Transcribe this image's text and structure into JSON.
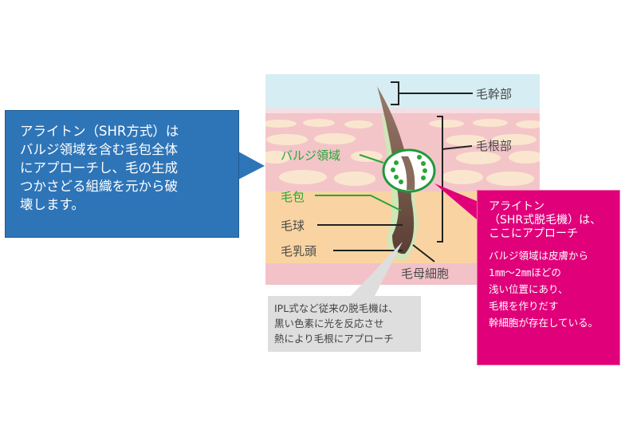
{
  "labels": {
    "hair_shaft": "毛幹部",
    "hair_root": "毛根部",
    "bulge_region": "バルジ領域",
    "follicle": "毛包",
    "hair_bulb": "毛球",
    "dermal_papilla": "毛乳頭",
    "matrix_cells": "毛母細胞"
  },
  "left_callout": [
    "アライトン（SHR方式）は",
    "バルジ領域を含む毛包全体",
    "にアプローチし、毛の生成",
    "つかさどる組織を元から破",
    "壊します。"
  ],
  "gray_callout": [
    "IPL式など従来の脱毛機は、",
    "黒い色素に光を反応させ",
    "熱により毛根にアプローチ"
  ],
  "pink_callout": {
    "title": [
      "アライトン",
      "（SHR式脱毛機）は、",
      "ここにアプローチ"
    ],
    "body": [
      "バルジ領域は皮膚から",
      "1㎜〜2㎜ほどの",
      "浅い位置にあり、",
      "毛根を作りだす",
      "幹細胞が存在している。"
    ]
  },
  "colors": {
    "blue": "#2e75b8",
    "magenta": "#e0007a",
    "green": "#2aa538",
    "gray": "#dedede"
  }
}
